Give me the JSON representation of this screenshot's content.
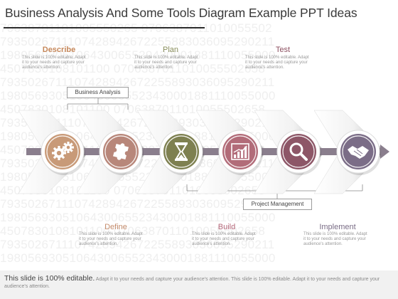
{
  "title": "Business Analysis And Some Tools Diagram Example PPT Ideas",
  "background_digits": [
    "70638701101005550265 0706387011010055502",
    "7935026711107428942672255883036095290211",
    "1980569305106430065529430001881110055000",
    "4507830108101100 0706387011010055502658",
    "7935026711107428942672255893036095290211",
    "1980569305106430065523430001881110055000",
    "4507830108101100 0706387011010055502658",
    "7935026711107428942672255893036095290211",
    "1980569305106430065523430001881110055000",
    "4507830108101100 0706387011010055502658",
    "7935026711107428942672255893036095290211",
    "1980569305106430065523430001881110055000",
    "4507830108101100 0706387011010055502658",
    "7935026711107428942672255893036095290211",
    "1980569305106430065523430001881110055000",
    "4507830108101100 0706387011010055502658",
    "7935026711107428942672255893036095290211",
    "1980569305106430065523430001881110055000"
  ],
  "top_steps": [
    {
      "label": "Describe",
      "color": "#c5875a",
      "description": "This slide is 100% editable. Adapt it to your needs and capture your audience's attention."
    },
    {
      "label": "Plan",
      "color": "#878c5a",
      "description": "This slide is 100% editable. Adapt it to your needs and capture your audience's attention."
    },
    {
      "label": "Test",
      "color": "#8c5060",
      "description": "This slide is 100% editable. Adapt it to your needs and capture your audience's attention."
    }
  ],
  "bottom_steps": [
    {
      "label": "Define",
      "color": "#c58c6c",
      "description": "This slide is 100% editable. Adapt it to your needs and capture your audience's attention."
    },
    {
      "label": "Build",
      "color": "#b5687a",
      "description": "This slide is 100% editable. Adapt it to your needs and capture your audience's attention."
    },
    {
      "label": "Implement",
      "color": "#7a6d86",
      "description": "This slide is 100% editable. Adapt it to your needs and capture your audience's attention."
    }
  ],
  "boxes": {
    "top": "Business Analysis",
    "bottom": "Project Management"
  },
  "icons": [
    {
      "name": "gears-icon",
      "color": "#c89a78"
    },
    {
      "name": "puzzle-icon",
      "color": "#b8877a"
    },
    {
      "name": "hourglass-icon",
      "color": "#7e8050"
    },
    {
      "name": "bar-chart-icon",
      "color": "#b26c79"
    },
    {
      "name": "magnifier-icon",
      "color": "#8d5667"
    },
    {
      "name": "handshake-icon",
      "color": "#7b6d87"
    }
  ],
  "arrow_color": "#8a7e8d",
  "footer": {
    "lead": "This slide is 100% editable.",
    "text": " Adapt it to your needs and capture your audience's attention. This slide is 100% editable. Adapt it to your needs and capture your audience's attention."
  }
}
